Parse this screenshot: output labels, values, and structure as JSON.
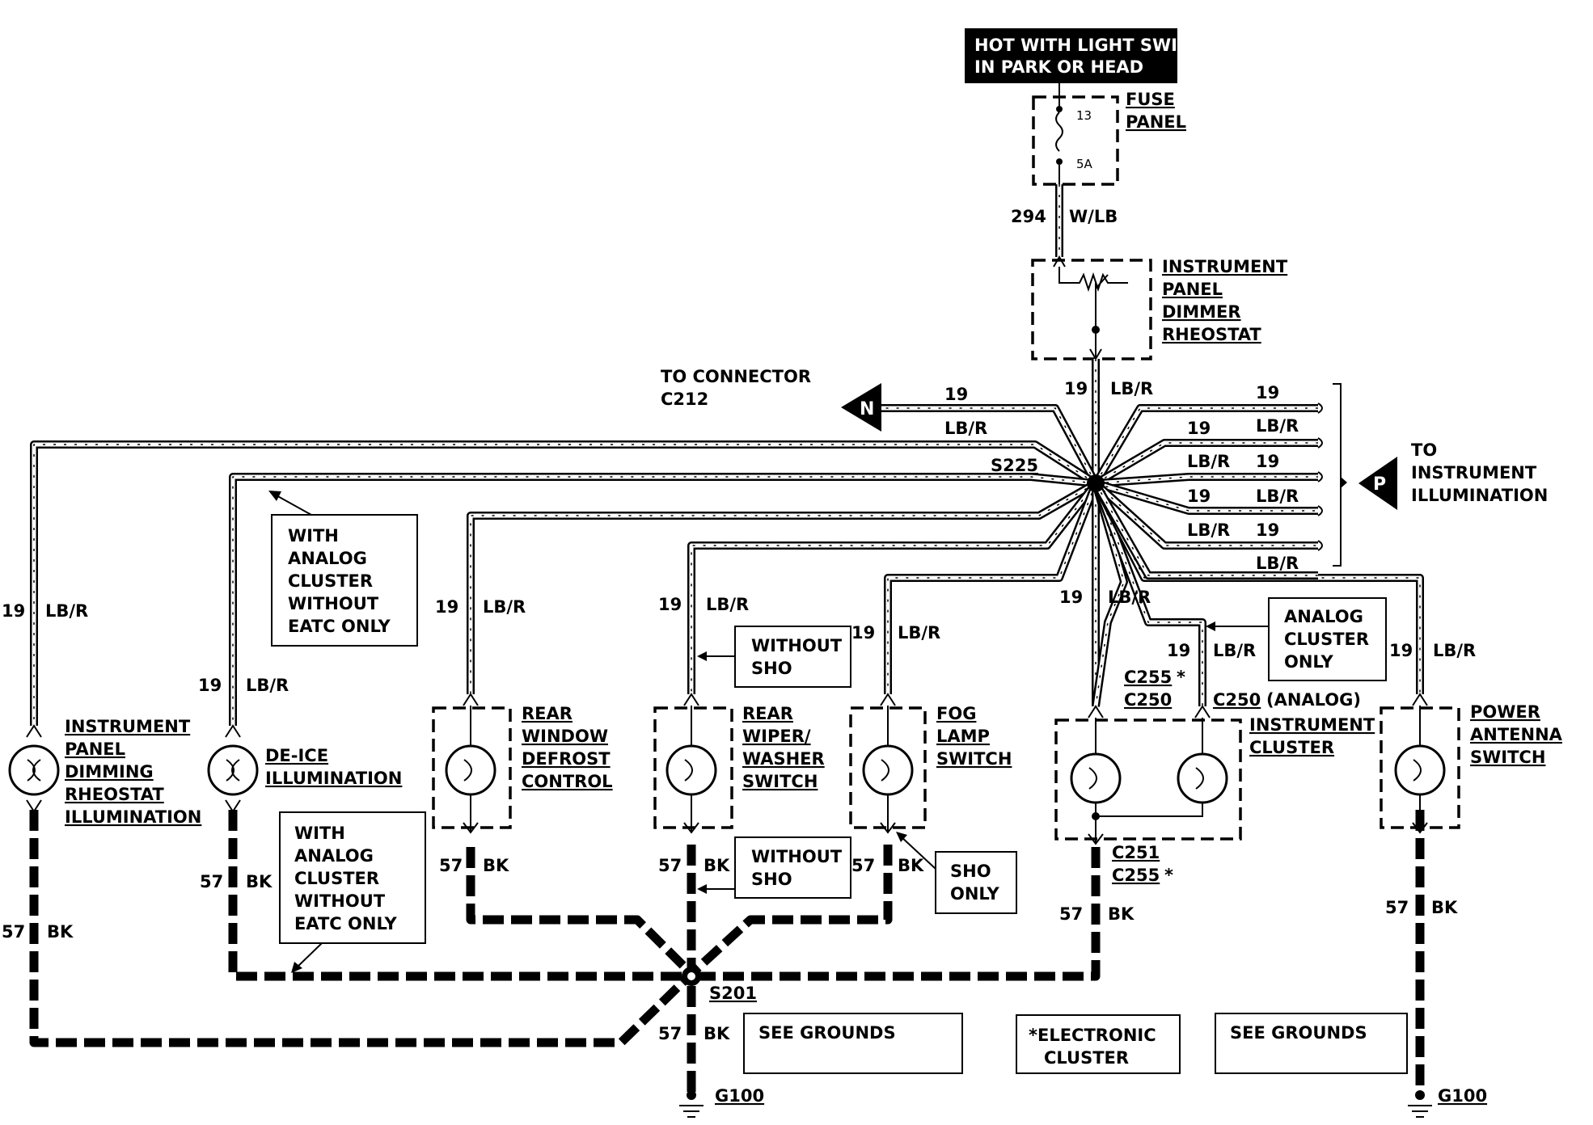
{
  "hot_note": [
    "HOT WITH LIGHT SWITCH",
    "IN PARK OR HEAD"
  ],
  "fuse_panel": {
    "label": [
      "FUSE",
      "PANEL"
    ],
    "number": "13",
    "rating": "5A"
  },
  "main_feed": {
    "circuit": "294",
    "color": "W/LB"
  },
  "dimmer": {
    "label": [
      "INSTRUMENT",
      "PANEL",
      "DIMMER",
      "RHEOSTAT"
    ]
  },
  "wire": {
    "circuit": "19",
    "color": "LB/R",
    "ground_circuit": "57",
    "ground_color": "BK"
  },
  "connector_n": {
    "text": [
      "TO CONNECTOR",
      "C212"
    ],
    "letter": "N"
  },
  "connector_p": {
    "text": [
      "TO",
      "INSTRUMENT",
      "ILLUMINATION"
    ],
    "letter": "P"
  },
  "splices": {
    "top": "S225",
    "bottom": "S201"
  },
  "notes": {
    "analog_top": [
      "WITH",
      "ANALOG",
      "CLUSTER",
      "WITHOUT",
      "EATC ONLY"
    ],
    "analog_bottom": [
      "WITH",
      "ANALOG",
      "CLUSTER",
      "WITHOUT",
      "EATC ONLY"
    ],
    "without_sho_top": [
      "WITHOUT",
      "SHO"
    ],
    "without_sho_bottom": [
      "WITHOUT",
      "SHO"
    ],
    "sho_only": [
      "SHO",
      "ONLY"
    ],
    "analog_cluster_only": [
      "ANALOG",
      "CLUSTER",
      "ONLY"
    ],
    "see_grounds_1": "SEE GROUNDS",
    "see_grounds_2": "SEE GROUNDS",
    "electronic_cluster": [
      "*ELECTRONIC",
      "CLUSTER"
    ]
  },
  "components": {
    "ip_dimming": [
      "INSTRUMENT",
      "PANEL",
      "DIMMING",
      "RHEOSTAT",
      "ILLUMINATION"
    ],
    "deice": [
      "DE-ICE",
      "ILLUMINATION"
    ],
    "rear_defrost": [
      "REAR",
      "WINDOW",
      "DEFROST",
      "CONTROL"
    ],
    "rear_wiper": [
      "REAR",
      "WIPER/",
      "WASHER",
      "SWITCH"
    ],
    "fog_lamp": [
      "FOG",
      "LAMP",
      "SWITCH"
    ],
    "cluster": [
      "INSTRUMENT",
      "CLUSTER"
    ],
    "power_antenna": [
      "POWER",
      "ANTENNA",
      "SWITCH"
    ]
  },
  "connectors": {
    "c255_top": "C255",
    "star": "*",
    "c250_left": "C250",
    "c250_right": "C250",
    "analog_paren": "(ANALOG)",
    "c251": "C251",
    "c255_bottom": "C255"
  },
  "grounds": {
    "left": "G100",
    "right": "G100"
  }
}
